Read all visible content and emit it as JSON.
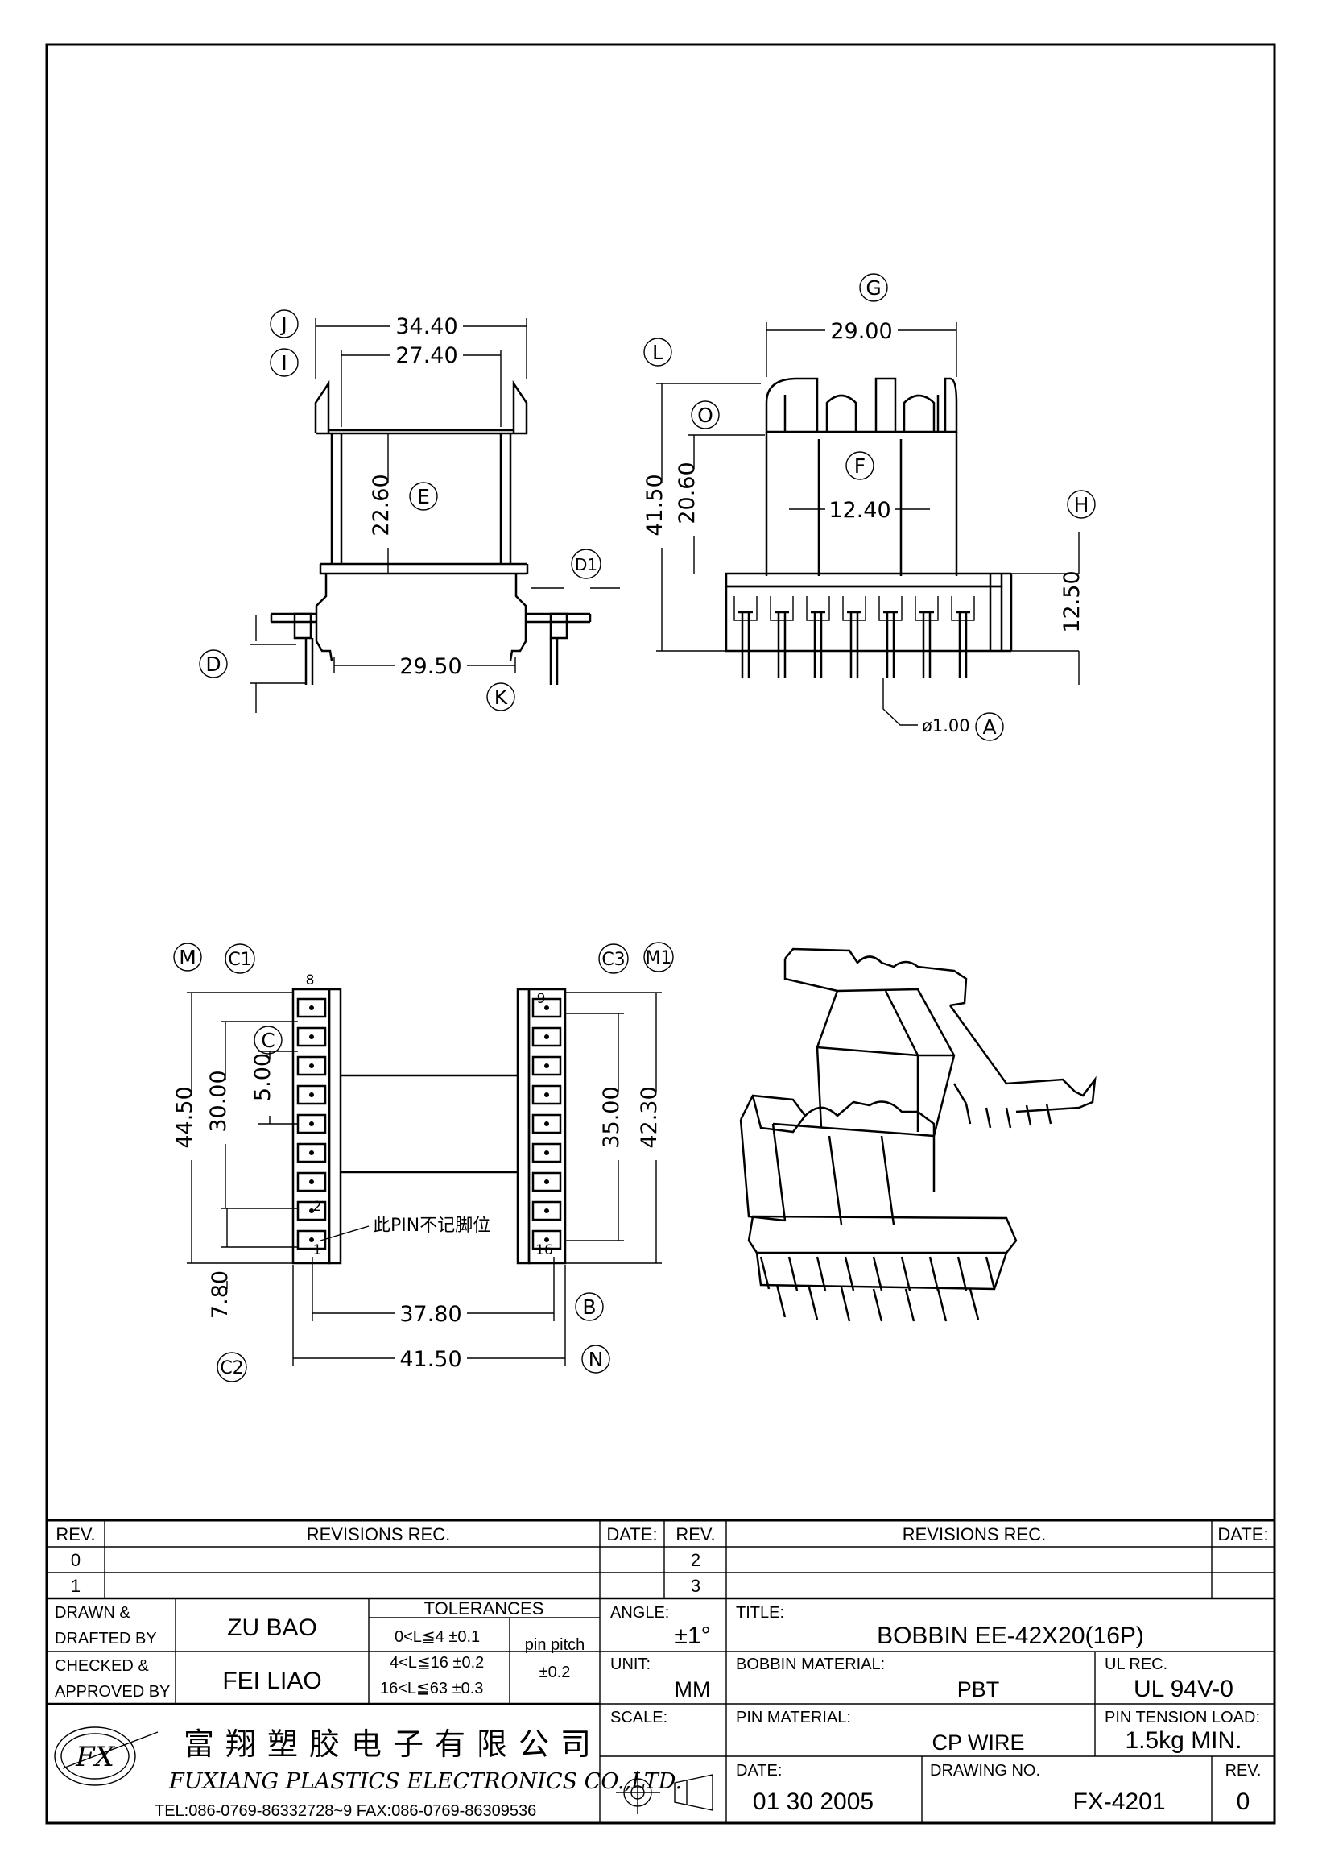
{
  "drawing": {
    "side_view": {
      "J": "J",
      "I": "I",
      "E": "E",
      "D1": "D1",
      "D": "D",
      "K": "K",
      "dim_34_40": "34.40",
      "dim_27_40": "27.40",
      "dim_22_60": "22.60",
      "dim_29_50": "29.50"
    },
    "front_view": {
      "G": "G",
      "L": "L",
      "O": "O",
      "F": "F",
      "H": "H",
      "A": "A",
      "dim_29_00": "29.00",
      "dim_41_50": "41.50",
      "dim_20_60": "20.60",
      "dim_12_40": "12.40",
      "dim_12_50": "12.50",
      "pin_dia": "ø1.00"
    },
    "bottom_view": {
      "M": "M",
      "C1": "C1",
      "C": "C",
      "C2": "C2",
      "C3": "C3",
      "M1": "M1",
      "B": "B",
      "N": "N",
      "dim_44_50": "44.50",
      "dim_30_00": "30.00",
      "dim_5_00": "5.00",
      "dim_7_80": "7.80",
      "dim_35_00": "35.00",
      "dim_42_30": "42.30",
      "dim_37_80": "37.80",
      "dim_41_50": "41.50",
      "pin_8": "8",
      "pin_2": "2",
      "pin_1": "1",
      "pin_9": "9",
      "pin_16": "16",
      "note": "此PIN不记脚位"
    }
  },
  "title_block": {
    "rev_header": "REV.",
    "revisions_rec": "REVISIONS  REC.",
    "date_header": "DATE:",
    "rev_rows_left": [
      "0",
      "1"
    ],
    "rev_rows_right": [
      "2",
      "3"
    ],
    "drawn_label_1": "DRAWN  &",
    "drawn_label_2": "DRAFTED BY",
    "drawn_by": "ZU   BAO",
    "checked_label_1": "CHECKED  &",
    "checked_label_2": "APPROVED BY",
    "checked_by": "FEI LIAO",
    "tolerances_header": "TOLERANCES",
    "tol_1": "0<L≦4    ±0.1",
    "tol_2": "4<L≦16  ±0.2",
    "tol_3": "16<L≦63  ±0.3",
    "pin_pitch_label": "pin pitch",
    "pin_pitch_value": "±0.2",
    "angle_label": "ANGLE:",
    "angle_value": "±1°",
    "unit_label": "UNIT:",
    "unit_value": "MM",
    "scale_label": "SCALE:",
    "title_label": "TITLE:",
    "title_value": "BOBBIN  EE-42X20(16P)",
    "bobbin_material_label": "BOBBIN  MATERIAL:",
    "bobbin_material_value": "PBT",
    "ul_rec_label": "UL  REC.",
    "ul_rec_value": "UL  94V-0",
    "pin_material_label": "PIN  MATERIAL:",
    "pin_material_value": "CP  WIRE",
    "pin_tension_label": "PIN  TENSION  LOAD:",
    "pin_tension_value": "1.5kg  MIN.",
    "date_label": "DATE:",
    "date_value": "01  30  2005",
    "drawing_no_label": "DRAWING  NO.",
    "drawing_no_value": "FX-4201",
    "rev_label": "REV.",
    "rev_value": "0",
    "company_cn": "富翔塑胶电子有限公司",
    "company_en": "FUXIANG  PLASTICS  ELECTRONICS  CO.,LTD.",
    "company_contact": "TEL:086-0769-86332728~9  FAX:086-0769-86309536",
    "logo_text": "FX"
  }
}
